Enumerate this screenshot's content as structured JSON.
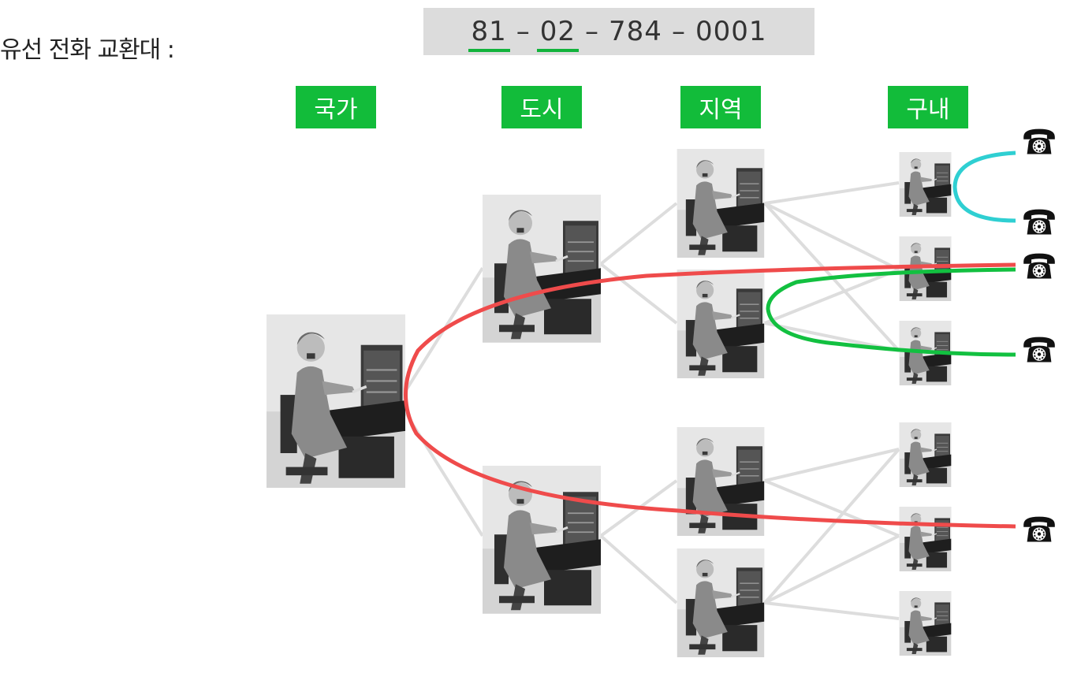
{
  "title": "유선 전화 교환대 :",
  "phone_number": {
    "segments": [
      "81",
      "02",
      "784",
      "0001"
    ],
    "separator": "–",
    "underlined_segments": [
      "81",
      "02"
    ]
  },
  "levels": [
    "국가",
    "도시",
    "지역",
    "구내"
  ],
  "colors": {
    "label_bg": "#12bc3a",
    "call_red": "#ef4b4b",
    "call_green": "#12c040",
    "call_cyan": "#2fcfd2",
    "link_gray": "#dddddd"
  },
  "icons": {
    "operator": "switchboard-operator-photo",
    "telephone": "telephone-icon"
  }
}
